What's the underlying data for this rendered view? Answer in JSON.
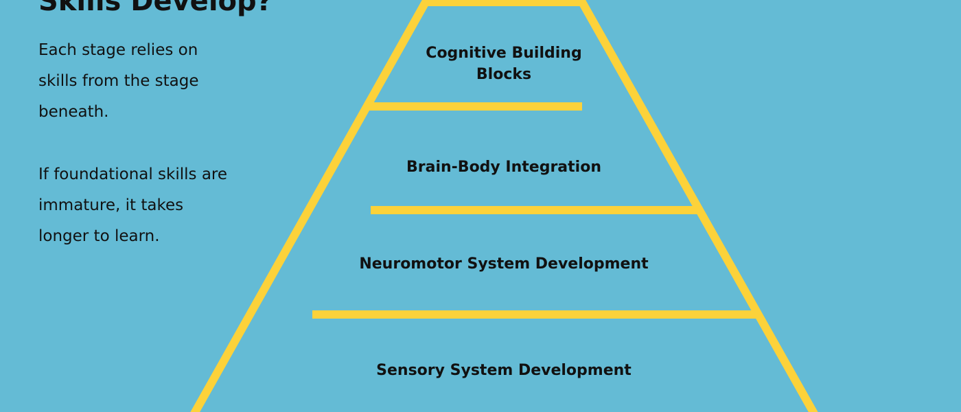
{
  "background_color": "#64BBD5",
  "accent_color": "#FCD23A",
  "text_color": "#111111",
  "heading": "Skills Develop?",
  "paragraphs": [
    "Each stage relies on skills from the stage beneath.",
    "If foundational skills are immature, it takes longer to learn."
  ],
  "pyramid": {
    "stages": [
      {
        "label": "Cognitive Building Blocks"
      },
      {
        "label": "Brain-Body Integration"
      },
      {
        "label": "Neuromotor System Development"
      },
      {
        "label": "Sensory System Development"
      }
    ]
  }
}
